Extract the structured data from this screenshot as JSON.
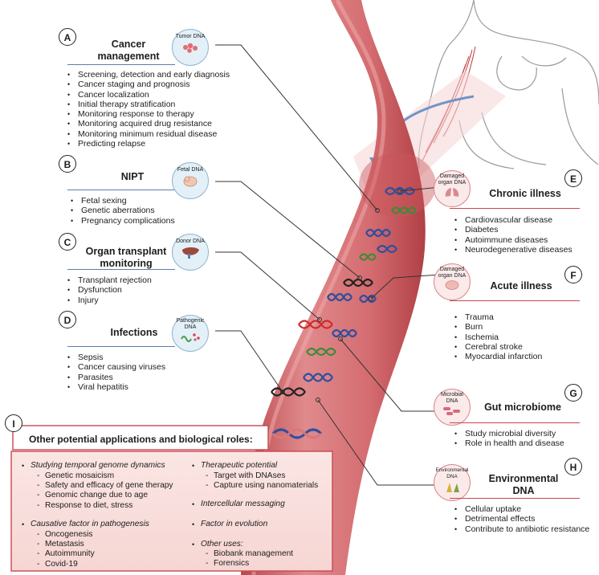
{
  "panels": {
    "A": {
      "letter": "A",
      "title": "Cancer\nmanagement",
      "icon_label": "Tumor DNA",
      "items": [
        "Screening, detection and early diagnosis",
        "Cancer staging and prognosis",
        "Cancer localization",
        "Initial therapy stratification",
        "Monitoring response to therapy",
        "Monitoring acquired drug resistance",
        "Monitoring minimum residual disease",
        "Predicting relapse"
      ]
    },
    "B": {
      "letter": "B",
      "title": "NIPT",
      "icon_label": "Fetal DNA",
      "items": [
        "Fetal sexing",
        "Genetic aberrations",
        "Pregnancy complications"
      ]
    },
    "C": {
      "letter": "C",
      "title": "Organ transplant\nmonitoring",
      "icon_label": "Donor DNA",
      "items": [
        "Transplant rejection",
        "Dysfunction",
        "Injury"
      ]
    },
    "D": {
      "letter": "D",
      "title": "Infections",
      "icon_label": "Pathogenic\nDNA",
      "items": [
        "Sepsis",
        "Cancer causing viruses",
        "Parasites",
        "Viral hepatitis"
      ]
    },
    "E": {
      "letter": "E",
      "title": "Chronic illness",
      "icon_label": "Damaged\norgan DNA",
      "items": [
        "Cardiovascular disease",
        "Diabetes",
        "Autoimmune diseases",
        "Neurodegenerative diseases"
      ]
    },
    "F": {
      "letter": "F",
      "title": "Acute illness",
      "icon_label": "Damaged\norgan DNA",
      "items": [
        "Trauma",
        "Burn",
        "Ischemia",
        "Cerebral stroke",
        "Myocardial infarction"
      ]
    },
    "G": {
      "letter": "G",
      "title": "Gut microbiome",
      "icon_label": "Microbial\nDNA",
      "items": [
        "Study microbial diversity",
        "Role in health and disease"
      ]
    },
    "H": {
      "letter": "H",
      "title": "Environmental\nDNA",
      "icon_label": "Environmental\nDNA",
      "items": [
        "Cellular uptake",
        "Detrimental effects",
        "Contribute to antibiotic resistance"
      ]
    }
  },
  "other": {
    "letter": "I",
    "title": "Other potential applications and biological roles:",
    "left": [
      {
        "head": "Studying temporal genome dynamics",
        "subs": [
          "Genetic mosaicism",
          "Safety and efficacy of gene therapy",
          "Genomic change due to age",
          "Response to diet, stress"
        ]
      },
      {
        "head": "Causative factor in pathogenesis",
        "subs": [
          "Oncogenesis",
          "Metastasis",
          "Autoimmunity",
          "Covid-19"
        ]
      }
    ],
    "right": [
      {
        "head": "Therapeutic potential",
        "subs": [
          "Target with DNAses",
          "Capture using nanomaterials"
        ]
      },
      {
        "head": "Intercellular messaging",
        "subs": []
      },
      {
        "head": "Factor in evolution",
        "subs": []
      },
      {
        "head": "Other uses:",
        "subs": [
          "Biobank management",
          "Forensics"
        ]
      }
    ]
  },
  "colors": {
    "vessel": "#d9777a",
    "vessel_dark": "#b9484d",
    "blue_line": "#5b7fa8",
    "red_line": "#c8474f",
    "dna_blue": "#2f4f9e",
    "dna_green": "#3f8a3a",
    "dna_red": "#cf2a2a"
  }
}
